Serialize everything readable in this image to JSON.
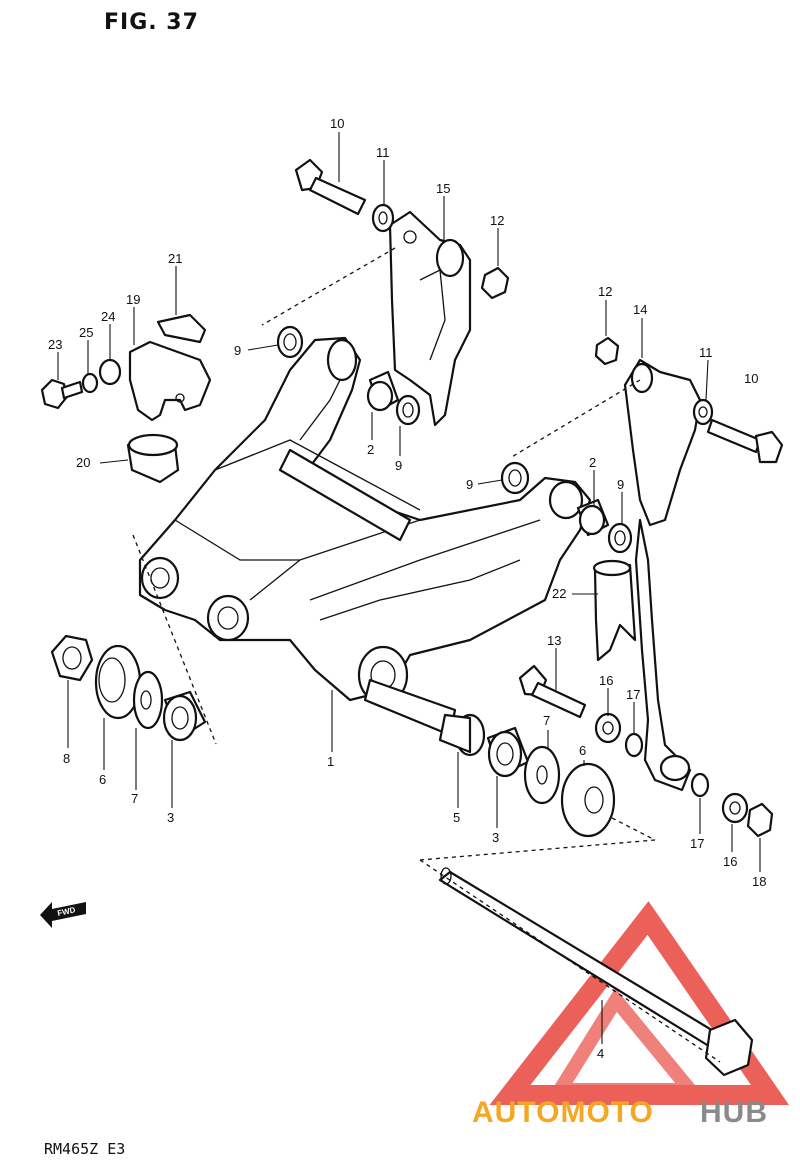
{
  "figure": {
    "title": "FIG. 37",
    "ref_code": "RM465Z E3"
  },
  "watermark": {
    "word_a": "AUTOMOTO",
    "word_b": "HUB",
    "color_a": "#f5a623",
    "color_b": "#8a8a8a",
    "logo_color": "#e8453c"
  },
  "direction_marker": "FWD",
  "part_labels": [
    {
      "id": "l10a",
      "text": "10"
    },
    {
      "id": "l11a",
      "text": "11"
    },
    {
      "id": "l15",
      "text": "15"
    },
    {
      "id": "l12a",
      "text": "12"
    },
    {
      "id": "l21",
      "text": "21"
    },
    {
      "id": "l19",
      "text": "19"
    },
    {
      "id": "l24",
      "text": "24"
    },
    {
      "id": "l25",
      "text": "25"
    },
    {
      "id": "l23",
      "text": "23"
    },
    {
      "id": "l9a",
      "text": "9"
    },
    {
      "id": "l2a",
      "text": "2"
    },
    {
      "id": "l9b",
      "text": "9"
    },
    {
      "id": "l20",
      "text": "20"
    },
    {
      "id": "l12b",
      "text": "12"
    },
    {
      "id": "l14",
      "text": "14"
    },
    {
      "id": "l11b",
      "text": "11"
    },
    {
      "id": "l10b",
      "text": "10"
    },
    {
      "id": "l9c",
      "text": "9"
    },
    {
      "id": "l2b",
      "text": "2"
    },
    {
      "id": "l9d",
      "text": "9"
    },
    {
      "id": "l22",
      "text": "22"
    },
    {
      "id": "l13",
      "text": "13"
    },
    {
      "id": "l16a",
      "text": "16"
    },
    {
      "id": "l17a",
      "text": "17"
    },
    {
      "id": "l8",
      "text": "8"
    },
    {
      "id": "l6a",
      "text": "6"
    },
    {
      "id": "l7a",
      "text": "7"
    },
    {
      "id": "l3a",
      "text": "3"
    },
    {
      "id": "l1",
      "text": "1"
    },
    {
      "id": "l5",
      "text": "5"
    },
    {
      "id": "l3b",
      "text": "3"
    },
    {
      "id": "l7b",
      "text": "7"
    },
    {
      "id": "l6b",
      "text": "6"
    },
    {
      "id": "l17b",
      "text": "17"
    },
    {
      "id": "l16b",
      "text": "16"
    },
    {
      "id": "l18",
      "text": "18"
    },
    {
      "id": "l4",
      "text": "4"
    }
  ]
}
